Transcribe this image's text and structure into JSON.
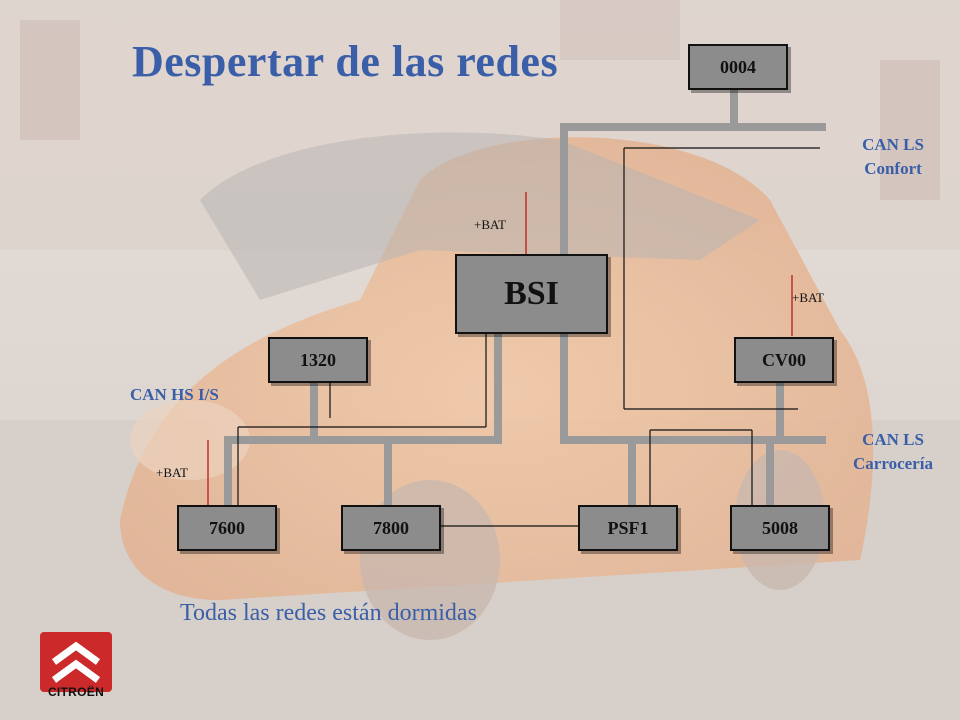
{
  "title": "Despertar de las redes",
  "nodes": {
    "n0004": "0004",
    "bsi": "BSI",
    "n1320": "1320",
    "cv00": "CV00",
    "n7600": "7600",
    "n7800": "7800",
    "psf1": "PSF1",
    "n5008": "5008"
  },
  "networks": {
    "can_ls_confort": [
      "CAN LS",
      "Confort"
    ],
    "can_hs": "CAN HS I/S",
    "can_ls_carroceria": [
      "CAN LS",
      "Carrocería"
    ]
  },
  "bat_label": "+BAT",
  "status_text": "Todas las redes están dormidas",
  "logo_text": "CITROËN",
  "colors": {
    "accent_blue": "#3a5fa8",
    "node_fill": "#8c8c8c",
    "bus_gray": "#9a9a9a",
    "bat_red": "#c0302a",
    "logo_red": "#cc2a2a"
  }
}
